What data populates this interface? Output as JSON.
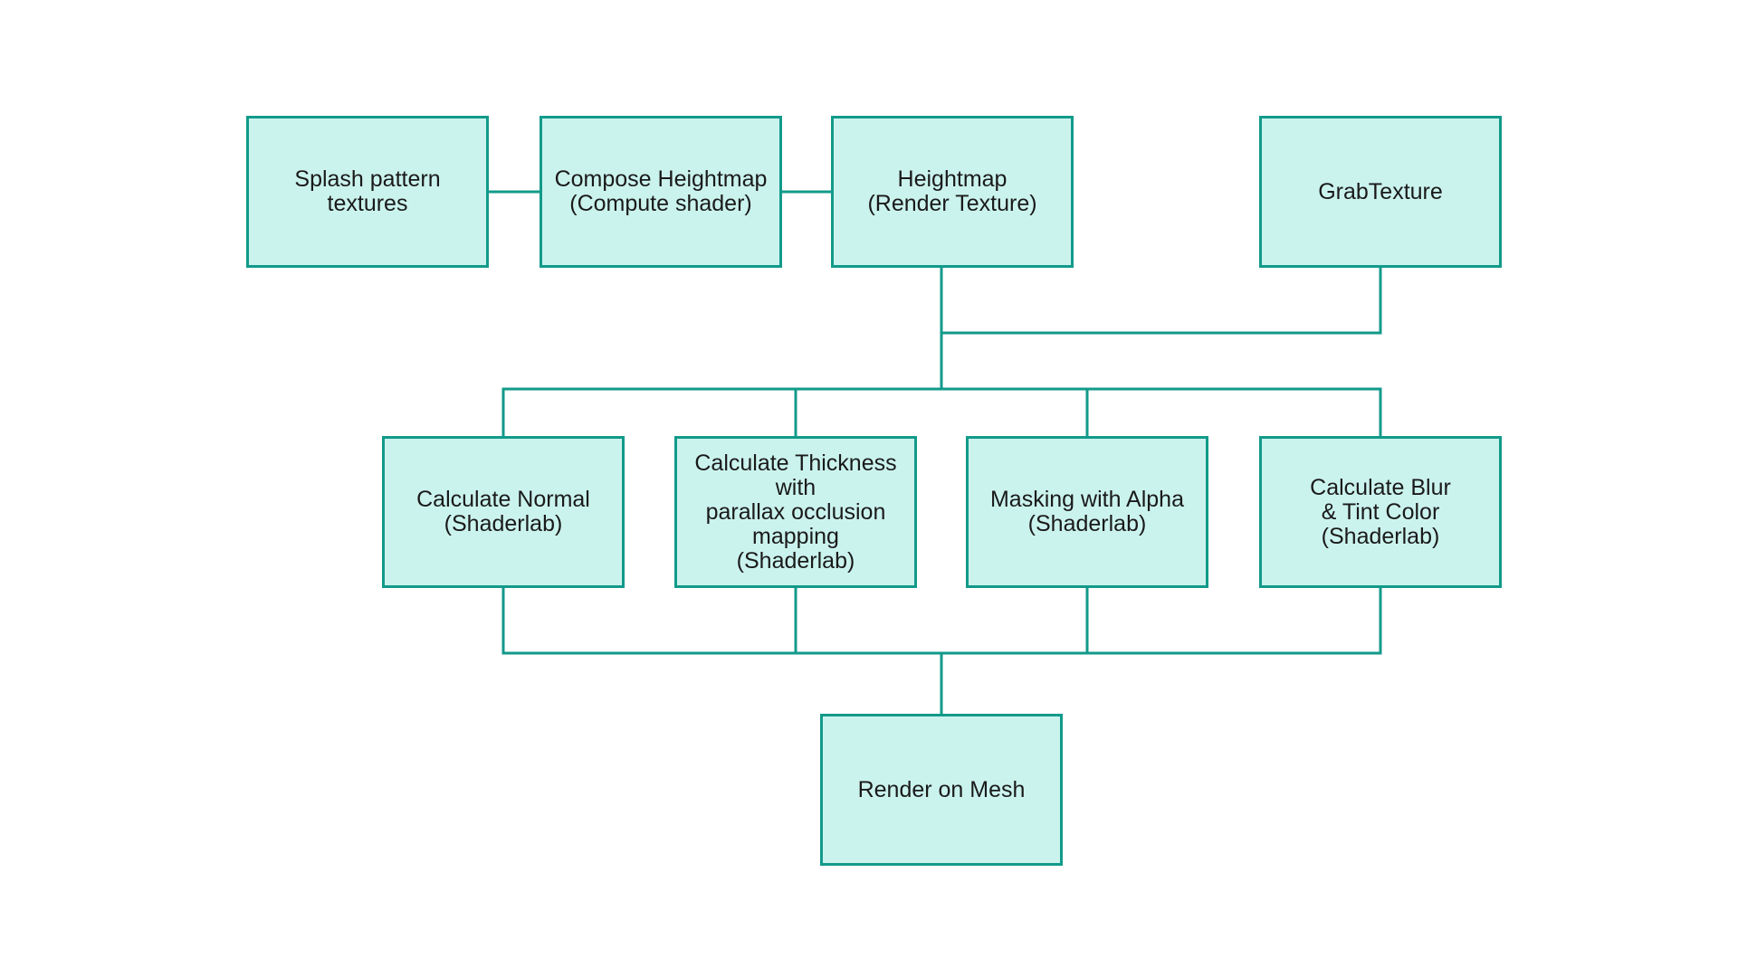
{
  "colors": {
    "node_fill": "#cbf3ee",
    "node_border": "#129a8a",
    "connector": "#129a8a",
    "text": "#1a1a1a",
    "background": "#ffffff"
  },
  "nodes": {
    "splash": {
      "label": "Splash pattern\ntextures"
    },
    "compose": {
      "label": "Compose Heightmap\n(Compute shader)"
    },
    "heightmap": {
      "label": "Heightmap\n(Render Texture)"
    },
    "grab": {
      "label": "GrabTexture"
    },
    "normal": {
      "label": "Calculate Normal\n(Shaderlab)"
    },
    "thickness": {
      "label": "Calculate Thickness\nwith\nparallax occlusion\nmapping\n(Shaderlab)"
    },
    "masking": {
      "label": "Masking with Alpha\n(Shaderlab)"
    },
    "blur": {
      "label": "Calculate Blur\n& Tint Color\n(Shaderlab)"
    },
    "render": {
      "label": "Render on Mesh"
    }
  },
  "edges": [
    {
      "from": "splash",
      "to": "compose"
    },
    {
      "from": "compose",
      "to": "heightmap"
    },
    {
      "from": "heightmap",
      "to": "normal"
    },
    {
      "from": "heightmap",
      "to": "thickness"
    },
    {
      "from": "heightmap",
      "to": "masking"
    },
    {
      "from": "heightmap",
      "to": "blur"
    },
    {
      "from": "grab",
      "to": "normal"
    },
    {
      "from": "grab",
      "to": "thickness"
    },
    {
      "from": "grab",
      "to": "masking"
    },
    {
      "from": "grab",
      "to": "blur"
    },
    {
      "from": "normal",
      "to": "render"
    },
    {
      "from": "thickness",
      "to": "render"
    },
    {
      "from": "masking",
      "to": "render"
    },
    {
      "from": "blur",
      "to": "render"
    }
  ]
}
